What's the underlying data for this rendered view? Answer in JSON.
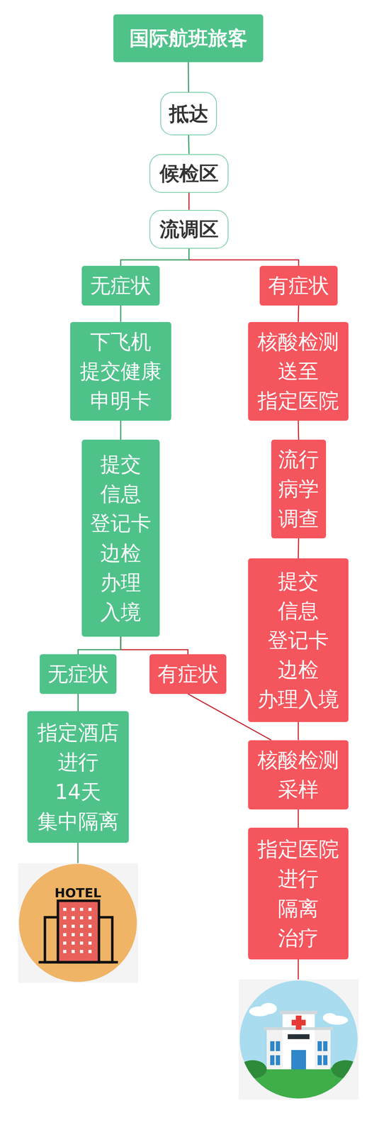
{
  "diagram": {
    "nodes": [
      {
        "text": [
          "国际航班旅客"
        ]
      },
      {
        "text": [
          "抵达"
        ]
      },
      {
        "text": [
          "候检区"
        ]
      },
      {
        "text": [
          "流调区"
        ]
      },
      {
        "text": [
          "无症状"
        ]
      },
      {
        "text": [
          "有症状"
        ]
      },
      {
        "text": [
          "下飞机 提交健康 申明卡"
        ]
      },
      {
        "text": [
          "核酸检测 送至 指定医院"
        ]
      },
      {
        "text": [
          "流行 病学 调查"
        ]
      },
      {
        "text": [
          "提交 信息 登记卡 边检 办理 入境"
        ]
      },
      {
        "text": [
          "提交 信息 登记卡 边检 办理入境"
        ]
      },
      {
        "text": [
          "无症状"
        ]
      },
      {
        "text": [
          "有症状"
        ]
      },
      {
        "text": [
          "核酸检测 采样"
        ]
      },
      {
        "text": [
          "指定酒店 进行 14天 集中隔离"
        ]
      },
      {
        "text": [
          "指定医院 进行 隔离 治疗"
        ]
      }
    ],
    "edges": [
      {
        "from": 0,
        "to": 1,
        "arrow": "none"
      },
      {
        "from": 1,
        "to": 2,
        "arrow": "none"
      },
      {
        "from": 2,
        "to": 3,
        "arrow": "none"
      },
      {
        "from": 3,
        "to": 5,
        "arrow": "none"
      },
      {
        "from": 3,
        "to": 4,
        "arrow": "none"
      },
      {
        "from": 4,
        "to": 6,
        "arrow": "none"
      },
      {
        "from": 5,
        "to": 7,
        "arrow": "none"
      },
      {
        "from": 7,
        "to": 8,
        "arrow": "none"
      },
      {
        "from": 8,
        "to": 10,
        "arrow": "none"
      },
      {
        "from": 6,
        "to": 9,
        "arrow": "none"
      },
      {
        "from": 9,
        "to": 12,
        "arrow": "none"
      },
      {
        "from": 9,
        "to": 11,
        "arrow": "none"
      },
      {
        "from": 12,
        "to": 13,
        "arrow": "none"
      },
      {
        "from": 10,
        "to": 13,
        "arrow": "none"
      },
      {
        "from": 13,
        "to": 15,
        "arrow": "none"
      },
      {
        "from": 11,
        "to": 14,
        "arrow": "none"
      }
    ],
    "labels": [
      "HOTEL"
    ]
  }
}
